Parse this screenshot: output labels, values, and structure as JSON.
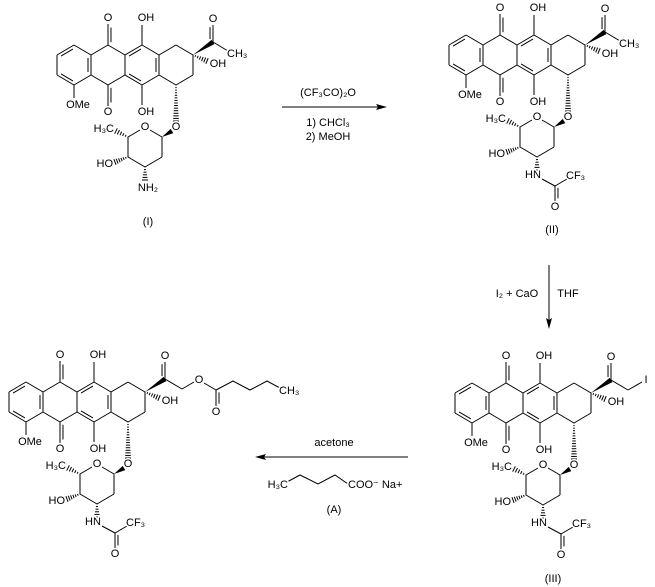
{
  "core_labels": {
    "ketone_o": "O",
    "oh": "OH",
    "ome": "OMe",
    "ring_o": "O",
    "glyco_o": "O",
    "h3c": "H₃C",
    "ho": "HO"
  },
  "compounds": [
    {
      "label": "(I)",
      "side_chain": "acetyl",
      "amine": "NH₂",
      "side": {
        "ch3": "CH₃",
        "o": "O"
      }
    },
    {
      "label": "(II)",
      "side_chain": "acetyl",
      "amine": "HN",
      "amide": {
        "cf3": "CF₃",
        "o": "O"
      },
      "side": {
        "ch3": "CH₃",
        "o": "O"
      }
    },
    {
      "label": "(III)",
      "side_chain": "iodoacetyl",
      "amine": "HN",
      "amide": {
        "cf3": "CF₃",
        "o": "O"
      },
      "side": {
        "i": "I",
        "o": "O"
      }
    },
    {
      "label": "",
      "side_chain": "pentanoyloxyacetyl",
      "amine": "HN",
      "amide": {
        "cf3": "CF₃",
        "o": "O"
      },
      "side": {
        "o": "O",
        "ester_o": "O",
        "carbonyl_o": "O",
        "ch3": "CH₃"
      }
    }
  ],
  "steps": [
    {
      "from": "(I)",
      "to": "(II)",
      "reagent": "(CF₃CO)₂O",
      "conditions": [
        "1) CHCl₃",
        "2) MeOH"
      ]
    },
    {
      "from": "(II)",
      "to": "(III)",
      "reagent_left": "I₂ + CaO",
      "reagent_right": "THF"
    },
    {
      "from": "(III)",
      "to": "product",
      "solvent": "acetone",
      "reagent_left_text": "H₃C",
      "reagent_right_text": "COO⁻ Na+",
      "reagent_label": "(A)"
    }
  ]
}
